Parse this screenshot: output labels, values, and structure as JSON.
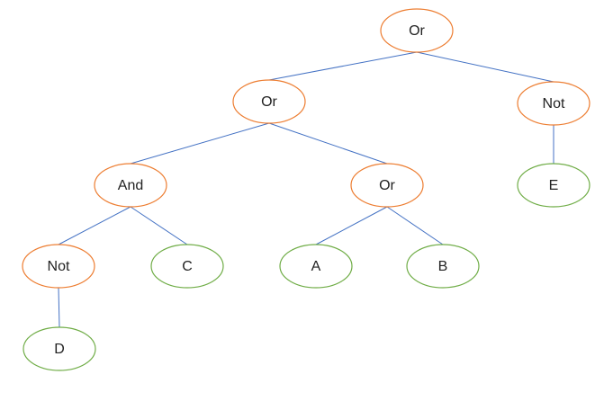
{
  "colors": {
    "operator_stroke": "#ED7D31",
    "leaf_stroke": "#70AD47",
    "edge": "#4472C4",
    "text": "#222222"
  },
  "nodes": {
    "root_or": {
      "label": "Or",
      "kind": "operator"
    },
    "or_left": {
      "label": "Or",
      "kind": "operator"
    },
    "not_right": {
      "label": "Not",
      "kind": "operator"
    },
    "and_node": {
      "label": "And",
      "kind": "operator"
    },
    "or_mid": {
      "label": "Or",
      "kind": "operator"
    },
    "leaf_e": {
      "label": "E",
      "kind": "leaf"
    },
    "not_left": {
      "label": "Not",
      "kind": "operator"
    },
    "leaf_c": {
      "label": "C",
      "kind": "leaf"
    },
    "leaf_a": {
      "label": "A",
      "kind": "leaf"
    },
    "leaf_b": {
      "label": "B",
      "kind": "leaf"
    },
    "leaf_d": {
      "label": "D",
      "kind": "leaf"
    }
  },
  "edges": [
    [
      "root_or",
      "or_left"
    ],
    [
      "root_or",
      "not_right"
    ],
    [
      "or_left",
      "and_node"
    ],
    [
      "or_left",
      "or_mid"
    ],
    [
      "not_right",
      "leaf_e"
    ],
    [
      "and_node",
      "not_left"
    ],
    [
      "and_node",
      "leaf_c"
    ],
    [
      "or_mid",
      "leaf_a"
    ],
    [
      "or_mid",
      "leaf_b"
    ],
    [
      "not_left",
      "leaf_d"
    ]
  ]
}
